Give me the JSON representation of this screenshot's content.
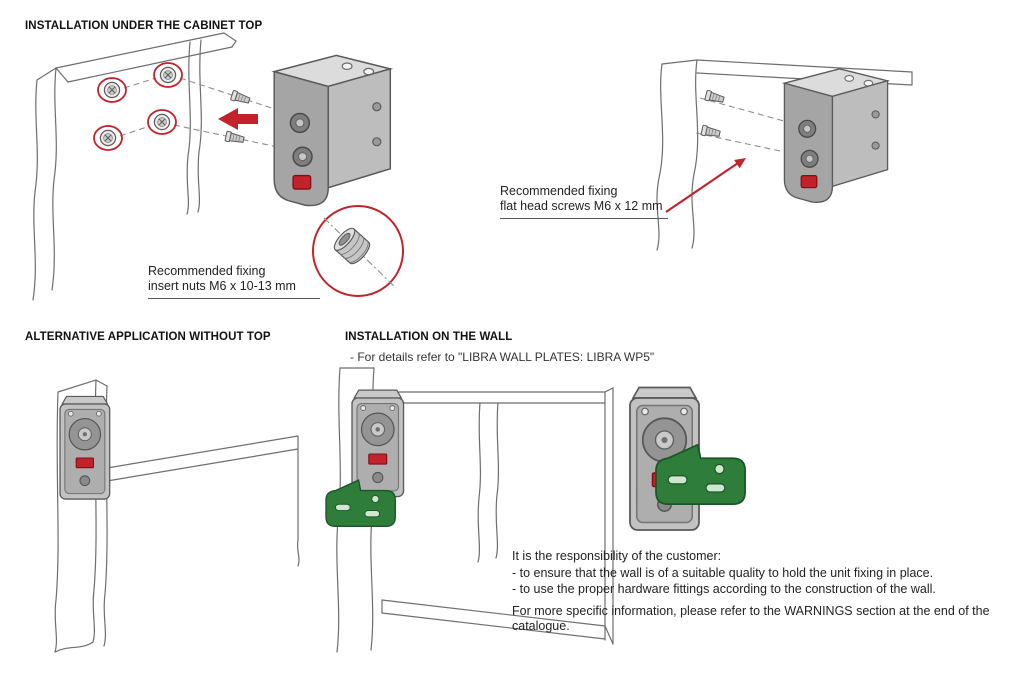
{
  "colors": {
    "accent_red": "#c2232b",
    "plate_green": "#2e7d3a",
    "line_gray": "#6e6e6e"
  },
  "sections": {
    "under_top": {
      "title": "INSTALLATION UNDER THE CABINET TOP",
      "insert_nut_label": "Recommended fixing\ninsert nuts M6 x 10-13 mm",
      "flat_screw_label": "Recommended fixing\nflat head screws M6 x 12 mm"
    },
    "alternative": {
      "title": "ALTERNATIVE APPLICATION WITHOUT TOP"
    },
    "wall": {
      "title": "INSTALLATION ON THE WALL",
      "note": "- For details refer to \"LIBRA WALL PLATES: LIBRA WP5\"",
      "responsibility": [
        "It is the responsibility of the customer:",
        "- to ensure that the wall is of a suitable quality to hold the unit fixing in place.",
        "- to use the proper hardware fittings according to the construction of the wall.",
        "For more specific information, please refer to the WARNINGS section at the end of the catalogue."
      ]
    }
  }
}
